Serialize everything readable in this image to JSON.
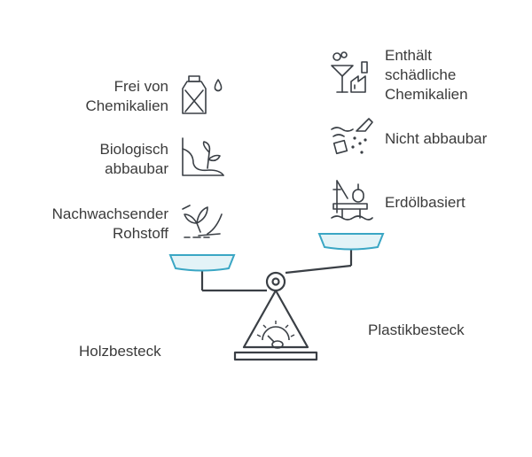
{
  "left": {
    "title": "Holzbesteck",
    "items": [
      {
        "label_line1": "Frei von",
        "label_line2": "Chemikalien",
        "icon": "chemical-free-bottle-icon"
      },
      {
        "label_line1": "Biologisch",
        "label_line2": "abbaubar",
        "icon": "biodegradable-plant-icon"
      },
      {
        "label_line1": "Nachwachsender",
        "label_line2": "Rohstoff",
        "icon": "renewable-hand-plant-icon"
      }
    ]
  },
  "right": {
    "title": "Plastikbesteck",
    "items": [
      {
        "label_line1": "Enthält",
        "label_line2": "schädliche",
        "label_line3": "Chemikalien",
        "icon": "harmful-chemicals-factory-icon"
      },
      {
        "label_line1": "Nicht abbaubar",
        "icon": "non-degradable-waste-icon"
      },
      {
        "label_line1": "Erdölbasiert",
        "icon": "oil-rig-icon"
      }
    ]
  },
  "colors": {
    "pan_fill": "#e3f3f7",
    "pan_stroke": "#3aa6c4",
    "scale_stroke": "#3a3f45",
    "text": "#3b3b3b"
  }
}
